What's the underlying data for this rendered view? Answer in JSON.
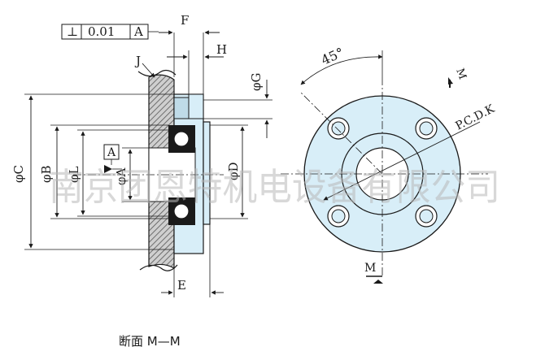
{
  "tolerance_frame": {
    "symbol": "⊥",
    "value": "0.01",
    "datum": "A"
  },
  "dimensions": {
    "F": "F",
    "H": "H",
    "J": "J",
    "G": "φG",
    "C": "φC",
    "B": "φB",
    "L": "φL",
    "A": "φA",
    "D": "φD",
    "E": "E"
  },
  "datum_box": "A",
  "front_view": {
    "angle": "45°",
    "pcd": "P.C.D.K",
    "section_mark_top": "M",
    "section_mark_bottom": "M"
  },
  "section_caption": "断面 M—M",
  "watermark": "南京团恩特机电设备有限公司",
  "colors": {
    "part_fill": "#d8eef8",
    "hatch_fill": "#4a4a4a",
    "line": "#1a1a1a"
  }
}
